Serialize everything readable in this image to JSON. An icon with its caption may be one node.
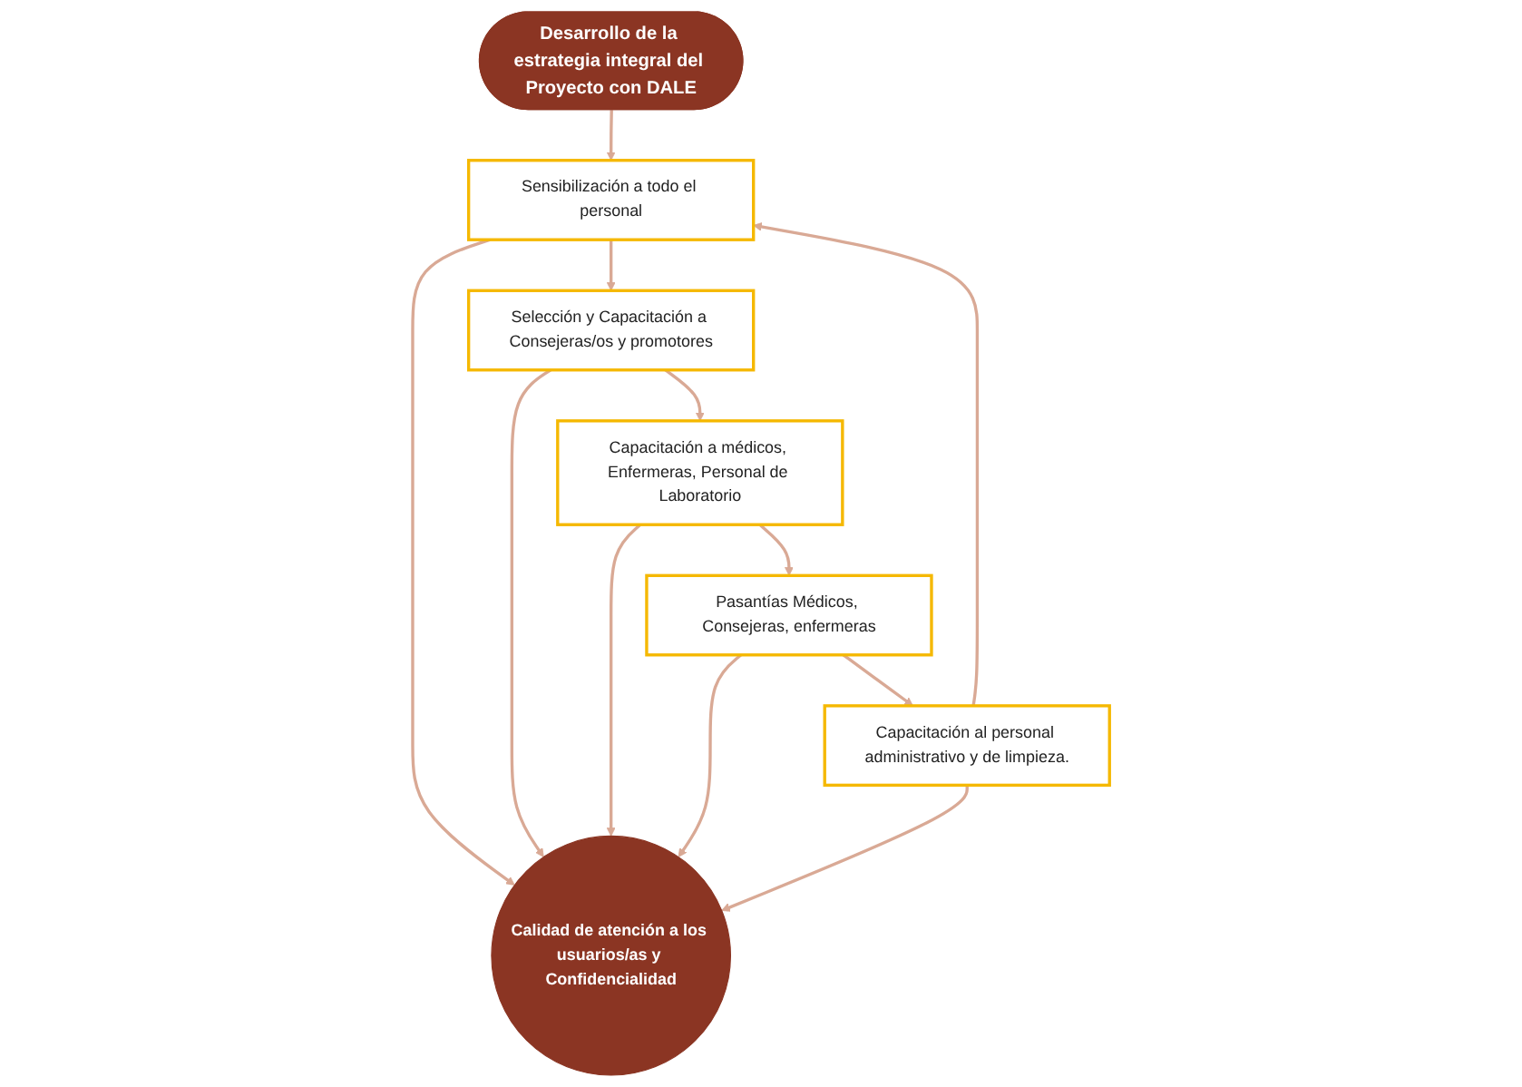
{
  "diagram": {
    "nodes": [
      {
        "text": [
          "Desarrollo de la estrategia integral del Proyecto con DALE"
        ]
      },
      {
        "text": [
          "Sensibilización a todo el personal"
        ]
      },
      {
        "text": [
          "Selección y Capacitación a Consejeras/os y promotores"
        ]
      },
      {
        "text": [
          "Capacitación a médicos, Enfermeras, Personal de Laboratorio"
        ]
      },
      {
        "text": [
          "Pasantías Médicos, Consejeras, enfermeras"
        ]
      },
      {
        "text": [
          "Capacitación al personal administrativo y de limpieza."
        ]
      },
      {
        "text": [
          "Calidad de atención a los usuarios/as y Confidencialidad"
        ]
      }
    ],
    "edges": [
      {
        "from": 0,
        "to": 1,
        "arrow": "to"
      },
      {
        "from": 1,
        "to": 2,
        "arrow": "to"
      },
      {
        "from": 2,
        "to": 3,
        "arrow": "to"
      },
      {
        "from": 3,
        "to": 4,
        "arrow": "to"
      },
      {
        "from": 4,
        "to": 5,
        "arrow": "to"
      },
      {
        "from": 5,
        "to": 1,
        "arrow": "to"
      },
      {
        "from": 1,
        "to": 6,
        "arrow": "to"
      },
      {
        "from": 2,
        "to": 6,
        "arrow": "to"
      },
      {
        "from": 3,
        "to": 6,
        "arrow": "to"
      },
      {
        "from": 4,
        "to": 6,
        "arrow": "to"
      },
      {
        "from": 5,
        "to": 6,
        "arrow": "to"
      }
    ]
  }
}
